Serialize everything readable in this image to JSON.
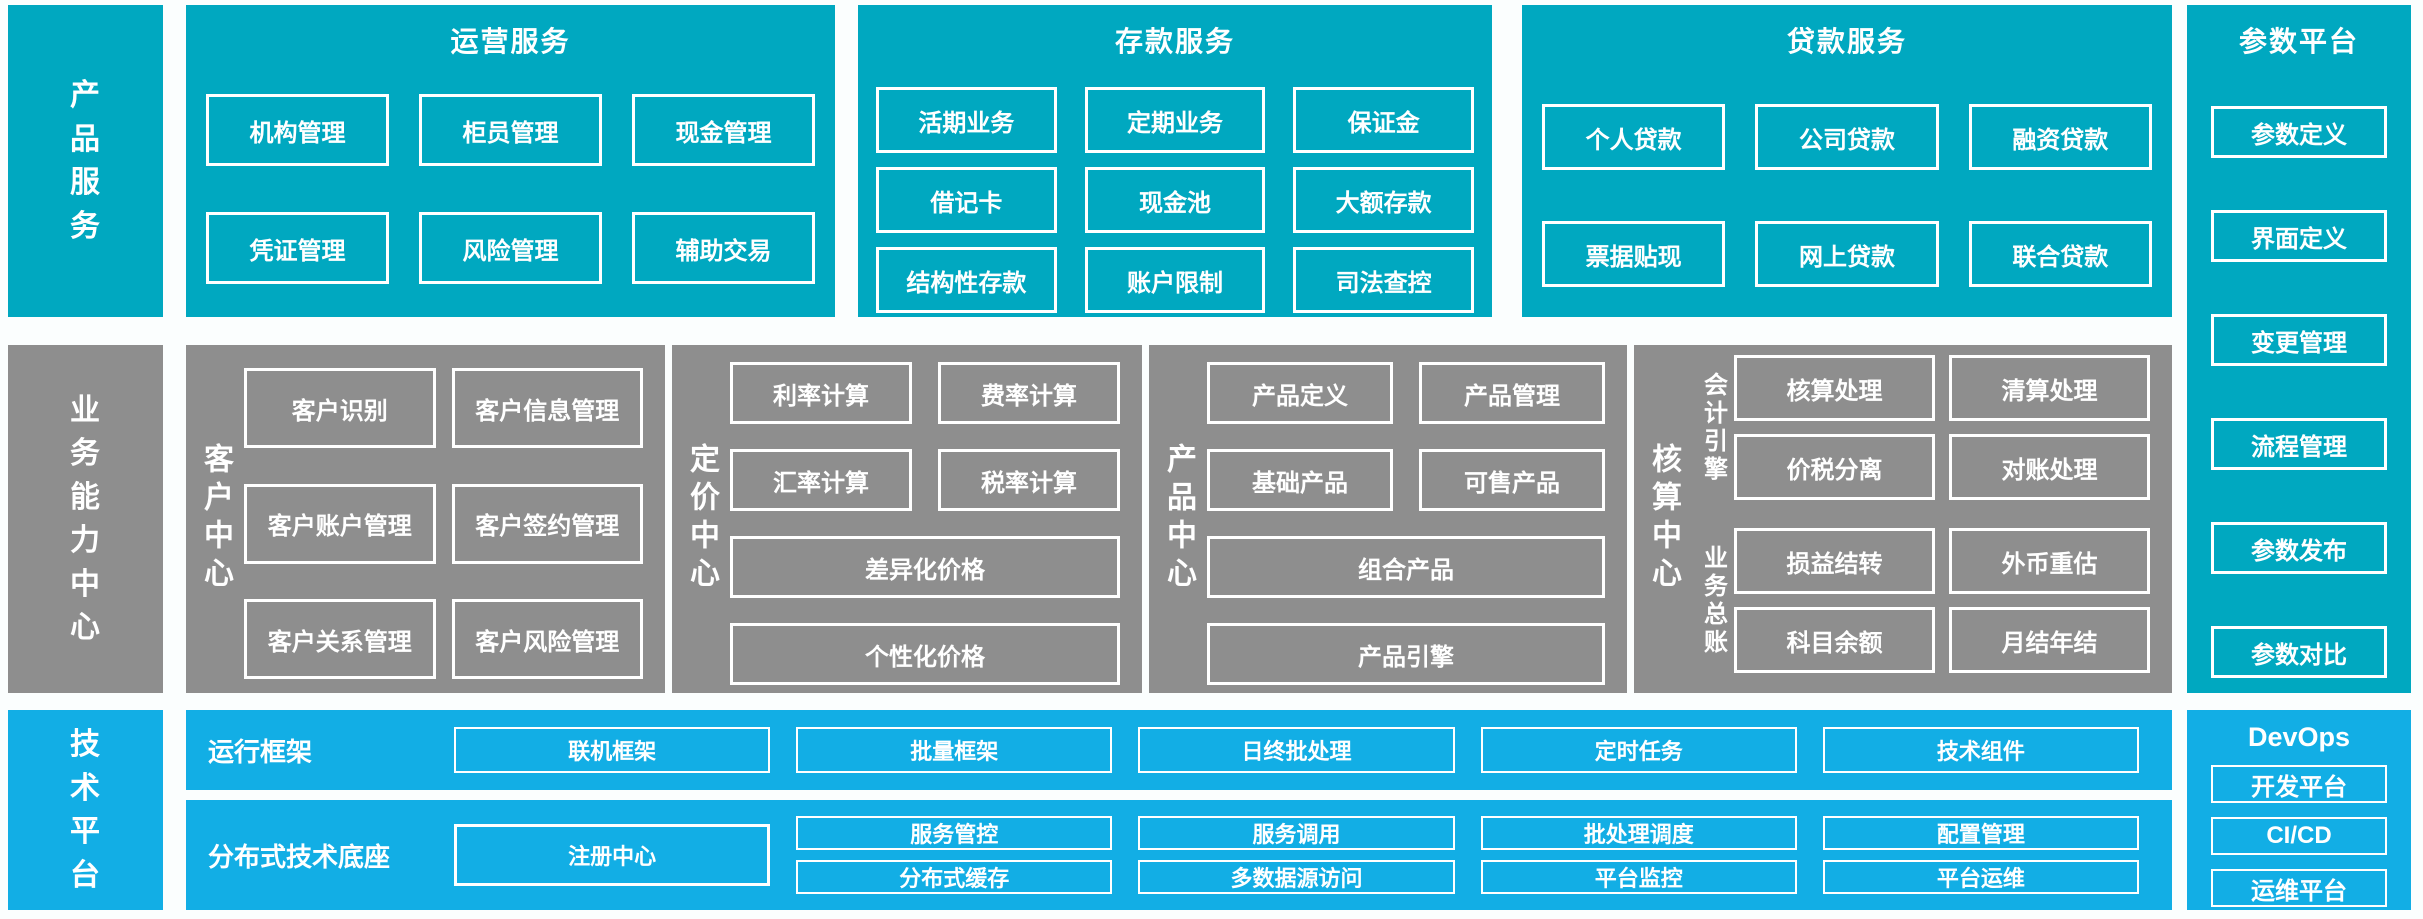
{
  "colors": {
    "teal": "#00A8C0",
    "gray": "#8E8E8E",
    "blue": "#12AEE5",
    "box_border": "#FFFFFF",
    "page_bg": "#FBFEFE",
    "text": "#FFFFFF"
  },
  "product_services": {
    "sidebar_label": "产品服务",
    "operations": {
      "title": "运营服务",
      "rows": [
        [
          "机构管理",
          "柜员管理",
          "现金管理"
        ],
        [
          "凭证管理",
          "风险管理",
          "辅助交易"
        ]
      ]
    },
    "deposit": {
      "title": "存款服务",
      "rows": [
        [
          "活期业务",
          "定期业务",
          "保证金"
        ],
        [
          "借记卡",
          "现金池",
          "大额存款"
        ],
        [
          "结构性存款",
          "账户限制",
          "司法查控"
        ]
      ]
    },
    "loan": {
      "title": "贷款服务",
      "rows": [
        [
          "个人贷款",
          "公司贷款",
          "融资贷款"
        ],
        [
          "票据贴现",
          "网上贷款",
          "联合贷款"
        ]
      ]
    }
  },
  "param_platform": {
    "title": "参数平台",
    "items": [
      "参数定义",
      "界面定义",
      "变更管理",
      "流程管理",
      "参数发布",
      "参数对比"
    ]
  },
  "capability_center": {
    "sidebar_label": "业务能力中心",
    "customer": {
      "label": "客户中心",
      "boxes": [
        "客户识别",
        "客户信息管理",
        "客户账户管理",
        "客户签约管理",
        "客户关系管理",
        "客户风险管理"
      ]
    },
    "pricing": {
      "label": "定价中心",
      "small_boxes": [
        "利率计算",
        "费率计算",
        "汇率计算",
        "税率计算"
      ],
      "wide_boxes": [
        "差异化价格",
        "个性化价格"
      ]
    },
    "product": {
      "label": "产品中心",
      "small_boxes": [
        "产品定义",
        "产品管理",
        "基础产品",
        "可售产品"
      ],
      "wide_boxes": [
        "组合产品",
        "产品引擎"
      ]
    },
    "accounting": {
      "label": "核算中心",
      "groups": [
        {
          "label": "会计引擎",
          "boxes": [
            "核算处理",
            "清算处理",
            "价税分离",
            "对账处理"
          ]
        },
        {
          "label": "业务总账",
          "boxes": [
            "损益结转",
            "外币重估",
            "科目余额",
            "月结年结"
          ]
        }
      ]
    }
  },
  "tech_platform": {
    "sidebar_label": "技术平台",
    "runtime": {
      "label": "运行框架",
      "boxes": [
        "联机框架",
        "批量框架",
        "日终批处理",
        "定时任务",
        "技术组件"
      ]
    },
    "distributed": {
      "label": "分布式技术底座",
      "registry_box": "注册中心",
      "grid": [
        [
          "服务管控",
          "服务调用",
          "批处理调度",
          "配置管理"
        ],
        [
          "分布式缓存",
          "多数据源访问",
          "平台监控",
          "平台运维"
        ]
      ]
    },
    "devops": {
      "title": "DevOps",
      "items": [
        "开发平台",
        "CI/CD",
        "运维平台"
      ]
    }
  }
}
